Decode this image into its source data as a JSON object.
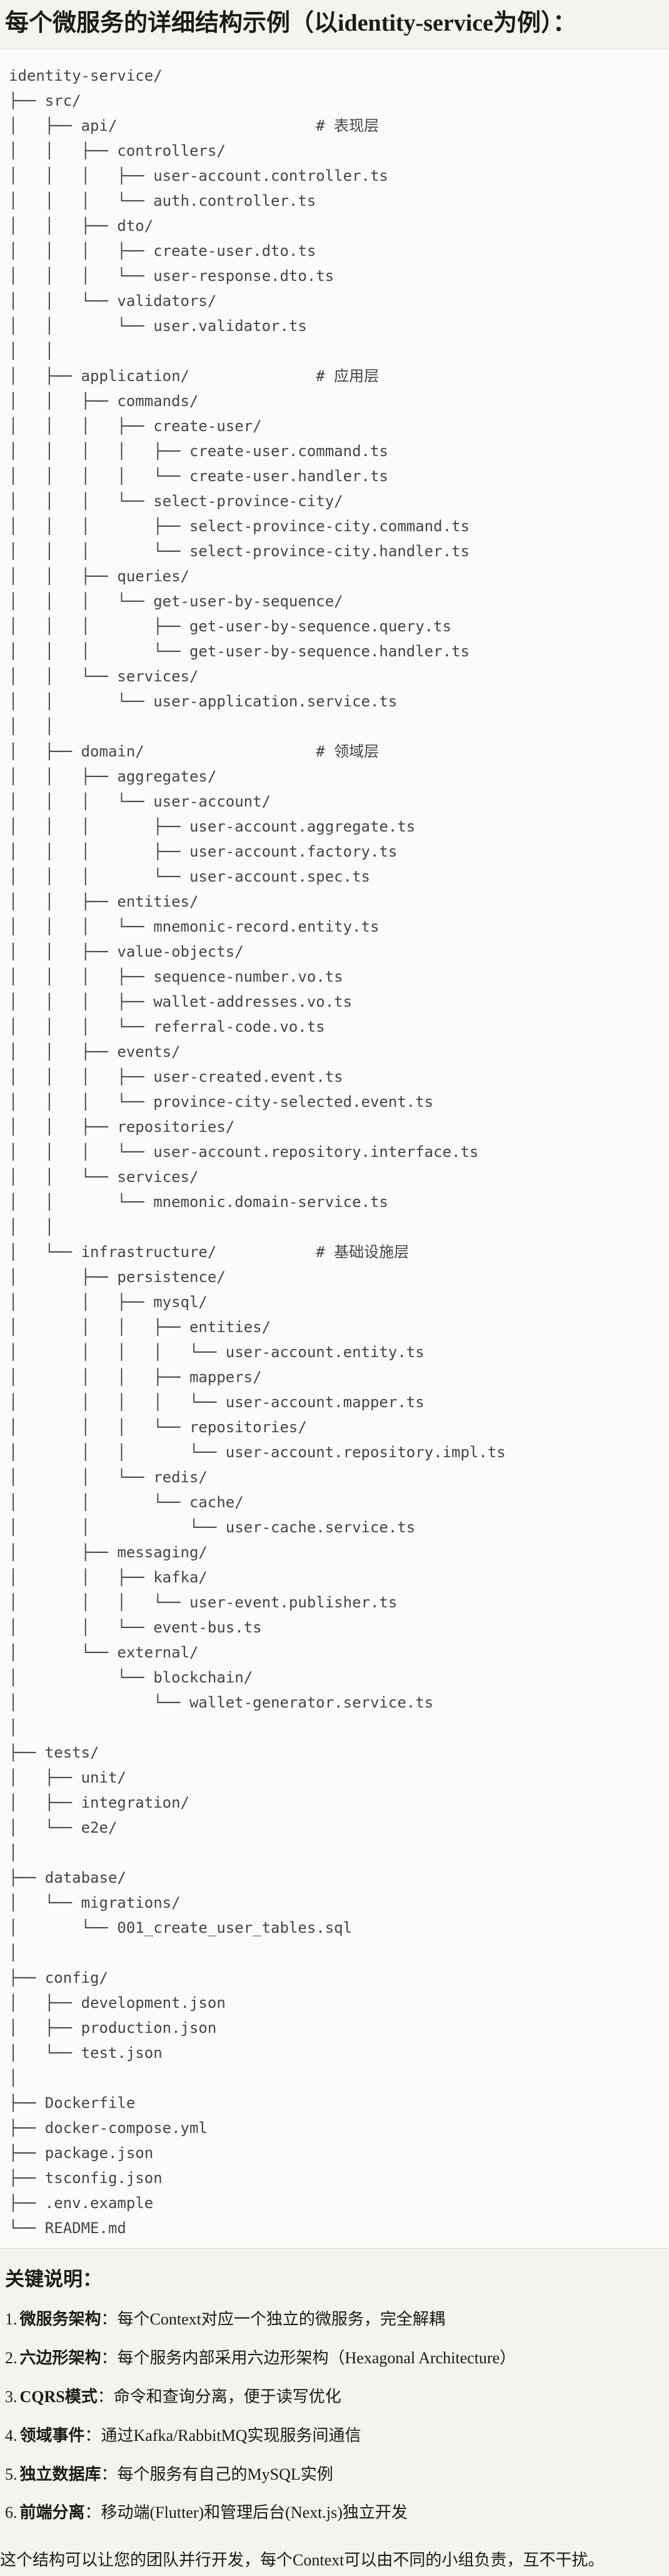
{
  "colors": {
    "page_background": "#f5f3ee",
    "code_background": "#fbfbf9",
    "code_border": "#dedcd5",
    "tree_text": "#41464b",
    "body_text": "#1c1a17"
  },
  "header": {
    "title": "每个微服务的详细结构示例（以identity-service为例）："
  },
  "code_block": {
    "lines": [
      "identity-service/",
      "├── src/",
      "│   ├── api/                      # 表现层",
      "│   │   ├── controllers/",
      "│   │   │   ├── user-account.controller.ts",
      "│   │   │   └── auth.controller.ts",
      "│   │   ├── dto/",
      "│   │   │   ├── create-user.dto.ts",
      "│   │   │   └── user-response.dto.ts",
      "│   │   └── validators/",
      "│   │       └── user.validator.ts",
      "│   │",
      "│   ├── application/              # 应用层",
      "│   │   ├── commands/",
      "│   │   │   ├── create-user/",
      "│   │   │   │   ├── create-user.command.ts",
      "│   │   │   │   └── create-user.handler.ts",
      "│   │   │   └── select-province-city/",
      "│   │   │       ├── select-province-city.command.ts",
      "│   │   │       └── select-province-city.handler.ts",
      "│   │   ├── queries/",
      "│   │   │   └── get-user-by-sequence/",
      "│   │   │       ├── get-user-by-sequence.query.ts",
      "│   │   │       └── get-user-by-sequence.handler.ts",
      "│   │   └── services/",
      "│   │       └── user-application.service.ts",
      "│   │",
      "│   ├── domain/                   # 领域层",
      "│   │   ├── aggregates/",
      "│   │   │   └── user-account/",
      "│   │   │       ├── user-account.aggregate.ts",
      "│   │   │       ├── user-account.factory.ts",
      "│   │   │       └── user-account.spec.ts",
      "│   │   ├── entities/",
      "│   │   │   └── mnemonic-record.entity.ts",
      "│   │   ├── value-objects/",
      "│   │   │   ├── sequence-number.vo.ts",
      "│   │   │   ├── wallet-addresses.vo.ts",
      "│   │   │   └── referral-code.vo.ts",
      "│   │   ├── events/",
      "│   │   │   ├── user-created.event.ts",
      "│   │   │   └── province-city-selected.event.ts",
      "│   │   ├── repositories/",
      "│   │   │   └── user-account.repository.interface.ts",
      "│   │   └── services/",
      "│   │       └── mnemonic.domain-service.ts",
      "│   │",
      "│   └── infrastructure/           # 基础设施层",
      "│       ├── persistence/",
      "│       │   ├── mysql/",
      "│       │   │   ├── entities/",
      "│       │   │   │   └── user-account.entity.ts",
      "│       │   │   ├── mappers/",
      "│       │   │   │   └── user-account.mapper.ts",
      "│       │   │   └── repositories/",
      "│       │   │       └── user-account.repository.impl.ts",
      "│       │   └── redis/",
      "│       │       └── cache/",
      "│       │           └── user-cache.service.ts",
      "│       ├── messaging/",
      "│       │   ├── kafka/",
      "│       │   │   └── user-event.publisher.ts",
      "│       │   └── event-bus.ts",
      "│       └── external/",
      "│           └── blockchain/",
      "│               └── wallet-generator.service.ts",
      "│",
      "├── tests/",
      "│   ├── unit/",
      "│   ├── integration/",
      "│   └── e2e/",
      "│",
      "├── database/",
      "│   └── migrations/",
      "│       └── 001_create_user_tables.sql",
      "│",
      "├── config/",
      "│   ├── development.json",
      "│   ├── production.json",
      "│   └── test.json",
      "│",
      "├── Dockerfile",
      "├── docker-compose.yml",
      "├── package.json",
      "├── tsconfig.json",
      "├── .env.example",
      "└── README.md"
    ]
  },
  "notes": {
    "heading": "关键说明：",
    "items": [
      {
        "num": "1.",
        "label": "微服务架构",
        "text": "：每个Context对应一个独立的微服务，完全解耦"
      },
      {
        "num": "2.",
        "label": "六边形架构",
        "text": "：每个服务内部采用六边形架构（Hexagonal Architecture）"
      },
      {
        "num": "3.",
        "label": "CQRS模式",
        "text": "：命令和查询分离，便于读写优化"
      },
      {
        "num": "4.",
        "label": "领域事件",
        "text": "：通过Kafka/RabbitMQ实现服务间通信"
      },
      {
        "num": "5.",
        "label": "独立数据库",
        "text": "：每个服务有自己的MySQL实例"
      },
      {
        "num": "6.",
        "label": "前端分离",
        "text": "：移动端(Flutter)和管理后台(Next.js)独立开发"
      }
    ],
    "footer": "这个结构可以让您的团队并行开发，每个Context可以由不同的小组负责，互不干扰。"
  }
}
